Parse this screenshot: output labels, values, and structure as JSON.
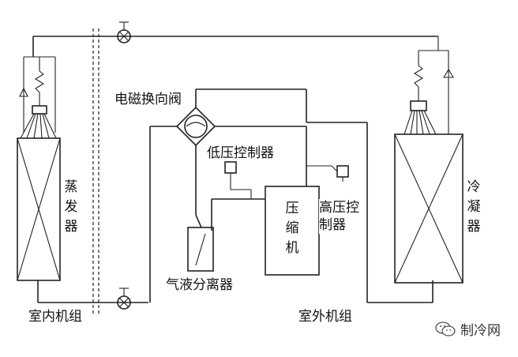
{
  "labels": {
    "reversing_valve": "电磁换向阀",
    "low_pressure_controller": "低压控制器",
    "high_pressure_controller": "高压控制器",
    "gas_liquid_separator": "气液分离器",
    "compressor": "压缩机",
    "evaporator": "蒸发器",
    "condenser": "冷凝器",
    "indoor_unit": "室内机组",
    "outdoor_unit": "室外机组"
  },
  "watermark": {
    "text": "制冷网",
    "icon": "wechat-logo-icon"
  },
  "colors": {
    "line": "#222222",
    "text": "#111111",
    "background": "#ffffff"
  }
}
